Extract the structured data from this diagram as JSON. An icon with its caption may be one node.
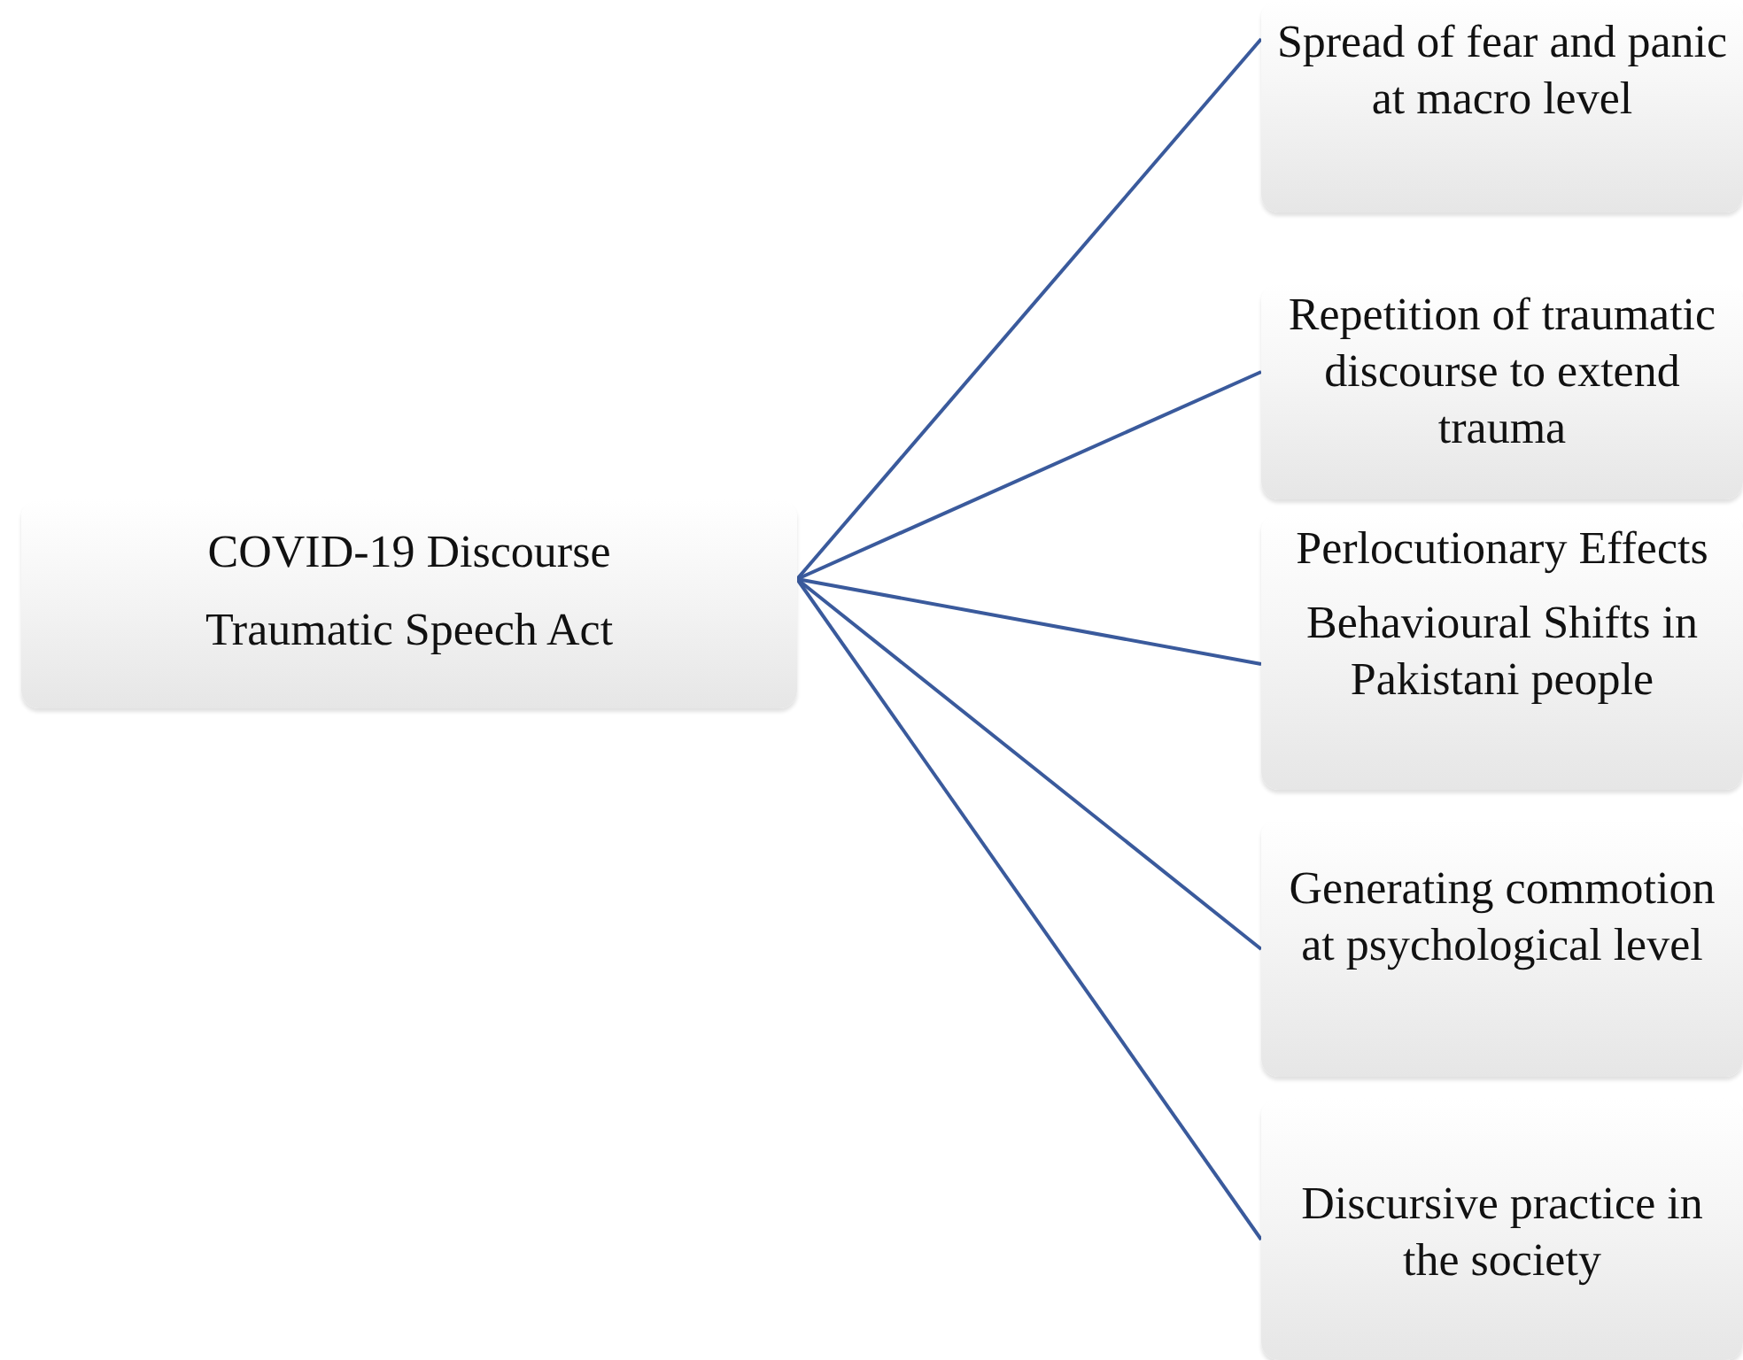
{
  "diagram": {
    "nodes": [
      {
        "text": [
          "COVID-19 Discourse Traumatic Speech Act"
        ]
      },
      {
        "text": [
          "Spread of fear and panic at macro level"
        ]
      },
      {
        "text": [
          "Repetition of traumatic discourse to extend trauma"
        ]
      },
      {
        "text": [
          "Perlocutionary Effects",
          "Behavioural Shifts in Pakistani people"
        ]
      },
      {
        "text": [
          "Generating commotion at psychological level"
        ]
      },
      {
        "text": [
          "Discursive practice in the society"
        ]
      }
    ],
    "edges": [
      {
        "from": 0,
        "to": 1,
        "arrow": "none"
      },
      {
        "from": 0,
        "to": 2,
        "arrow": "none"
      },
      {
        "from": 0,
        "to": 3,
        "arrow": "none"
      },
      {
        "from": 0,
        "to": 4,
        "arrow": "none"
      },
      {
        "from": 0,
        "to": 5,
        "arrow": "none"
      }
    ]
  }
}
